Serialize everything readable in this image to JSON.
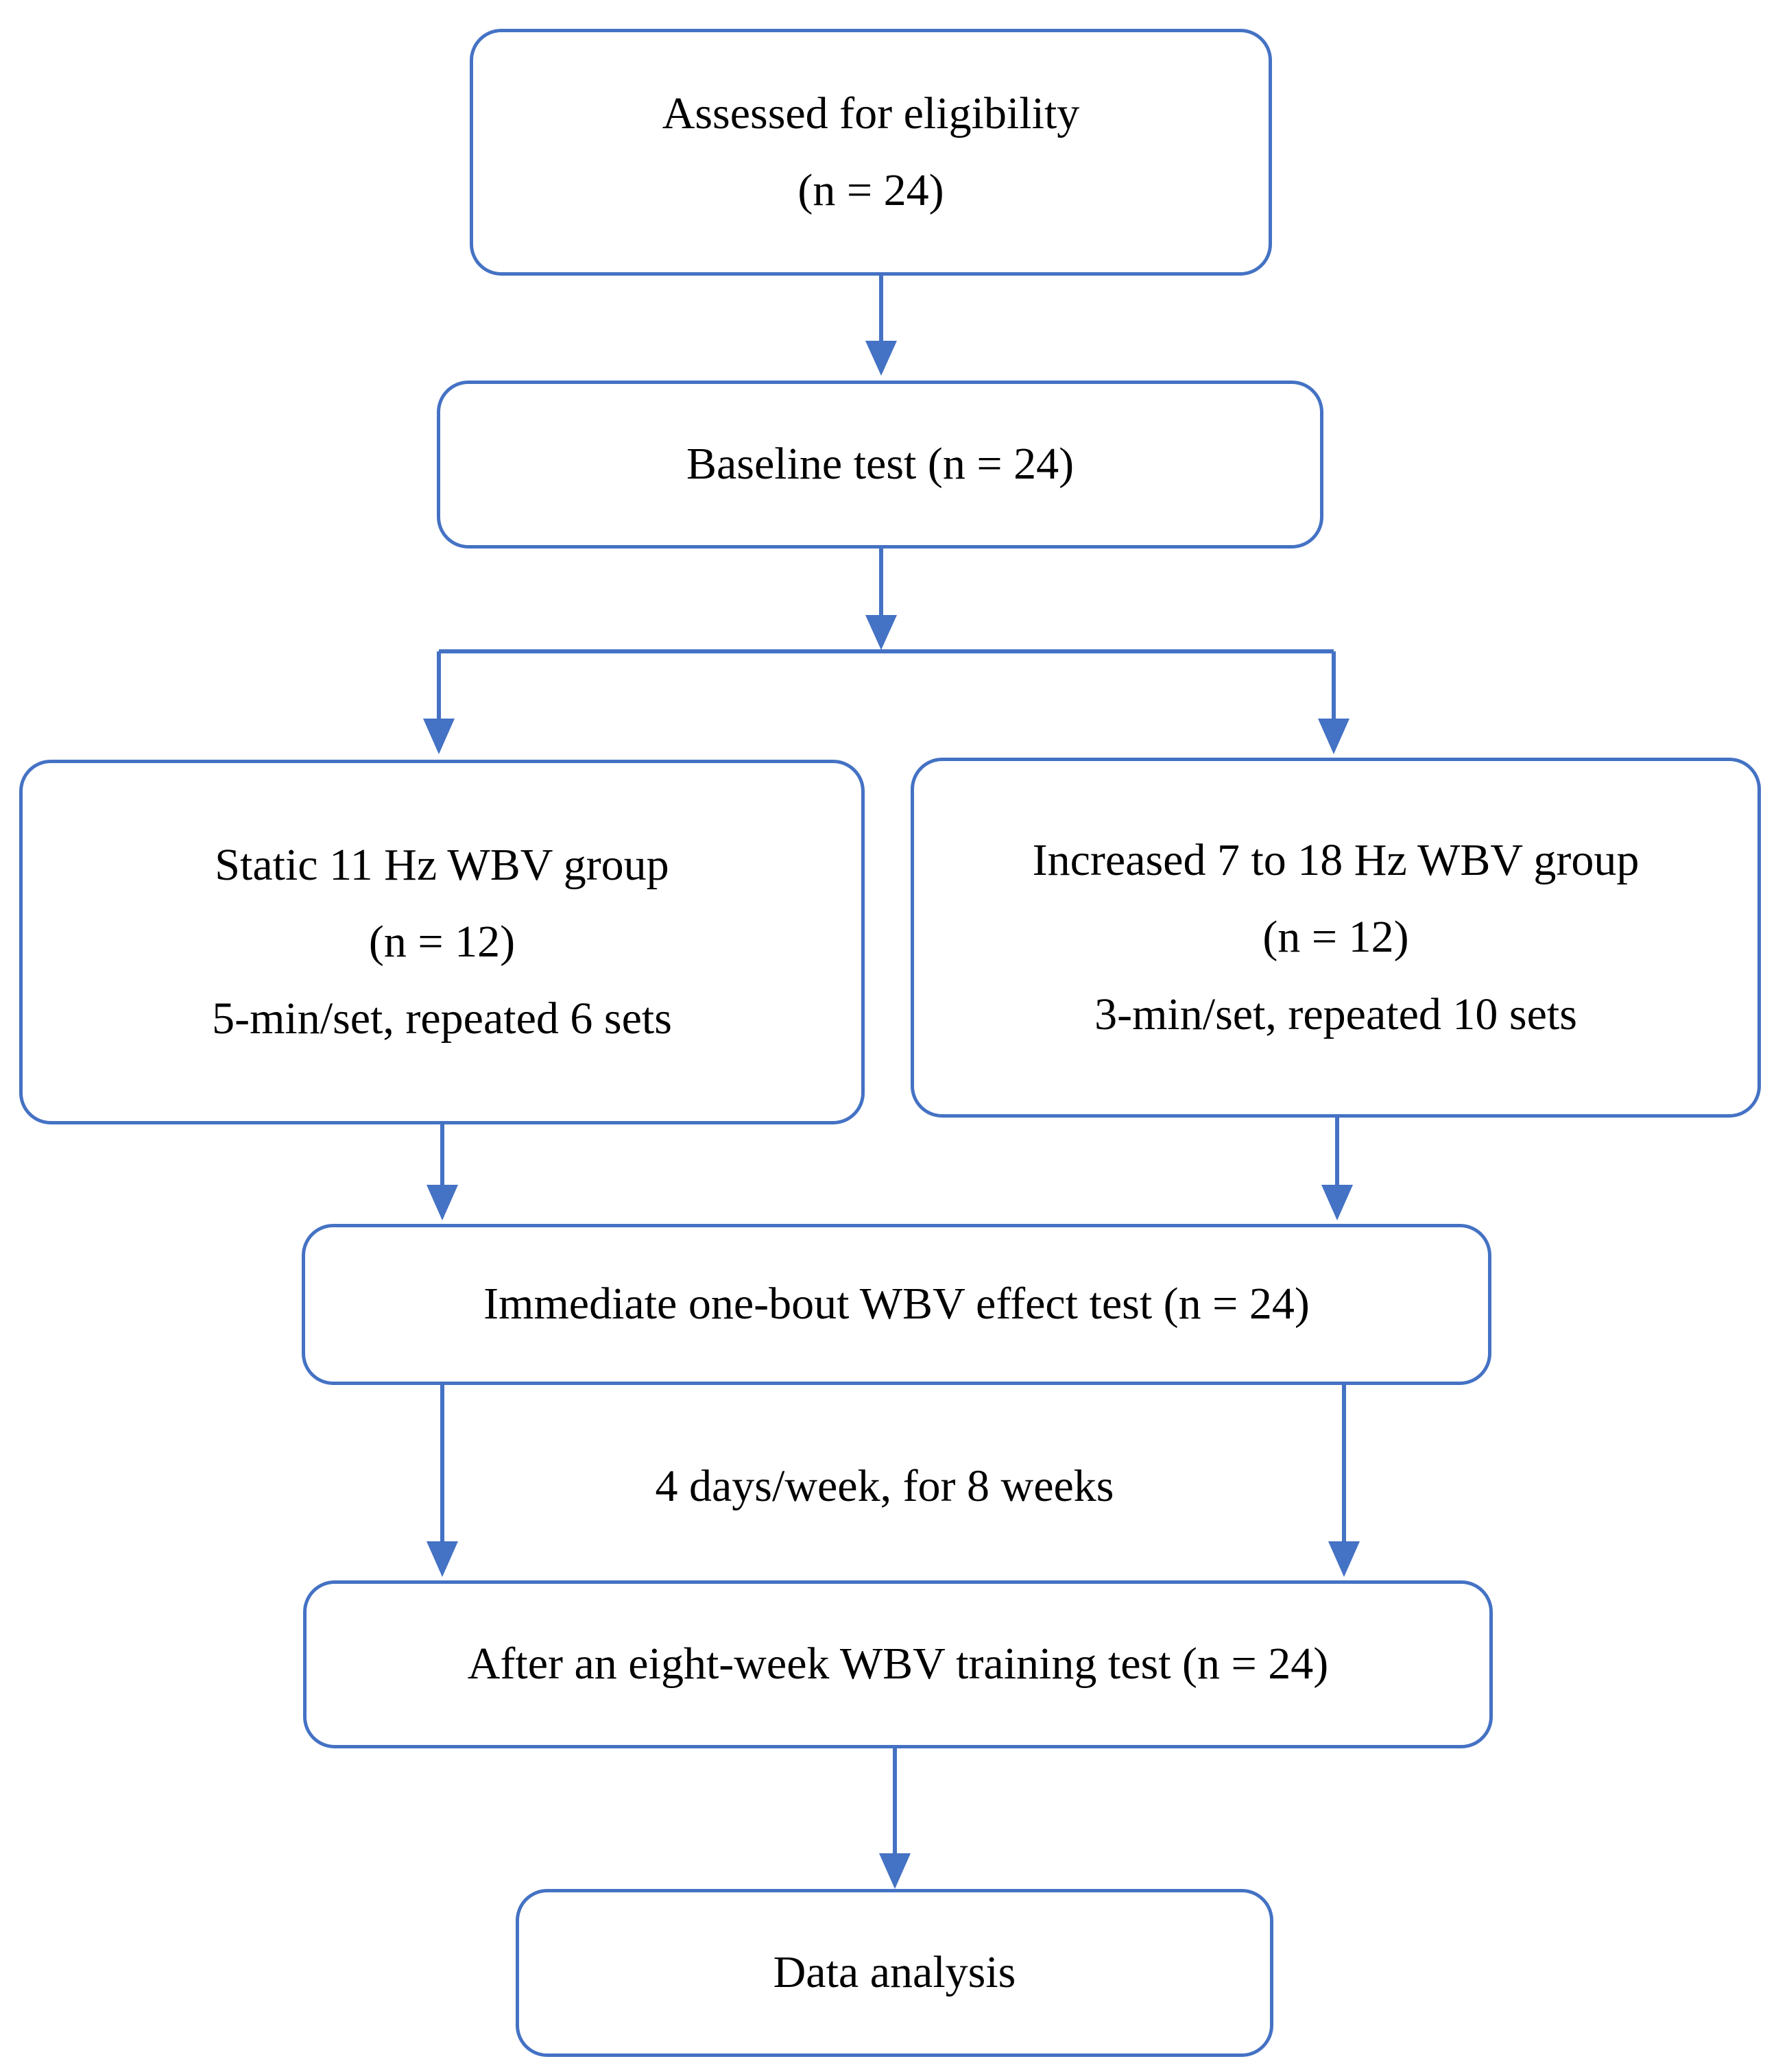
{
  "nodes": {
    "eligibility": {
      "lines": [
        "Assessed for eligibility",
        "(n = 24)"
      ]
    },
    "baseline": {
      "lines": [
        "Baseline test (n = 24)"
      ]
    },
    "static_group": {
      "lines": [
        "Static 11 Hz WBV group",
        "(n = 12)",
        "5-min/set, repeated 6 sets"
      ]
    },
    "increased_group": {
      "lines": [
        "Increased 7 to 18 Hz WBV group",
        "(n = 12)",
        "3-min/set, repeated 10 sets"
      ]
    },
    "immediate_test": {
      "lines": [
        "Immediate one-bout WBV effect test (n = 24)"
      ]
    },
    "eight_week_test": {
      "lines": [
        "After an eight-week WBV training test (n = 24)"
      ]
    },
    "data_analysis": {
      "lines": [
        "Data analysis"
      ]
    }
  },
  "training_note": "4 days/week, for 8 weeks",
  "colors": {
    "border": "#4472C4",
    "arrow": "#4472C4",
    "text": "#000000"
  }
}
